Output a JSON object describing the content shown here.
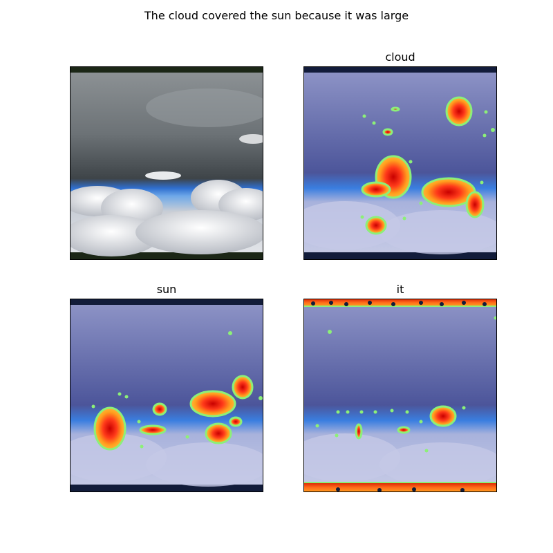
{
  "figure": {
    "title": "The cloud covered the sun because it was large"
  },
  "panels": [
    {
      "title": "",
      "kind": "original"
    },
    {
      "title": "cloud",
      "kind": "attention"
    },
    {
      "title": "sun",
      "kind": "attention"
    },
    {
      "title": "it",
      "kind": "attention"
    }
  ],
  "colors": {
    "hot_core": "#c80000",
    "hot": "#ff3a1a",
    "warm": "#ffa01e",
    "edge": "#8cf078",
    "overlay_tint": "#8088c8",
    "sky_dark": "#4a5056",
    "band_blue": "#3a8ee8"
  }
}
